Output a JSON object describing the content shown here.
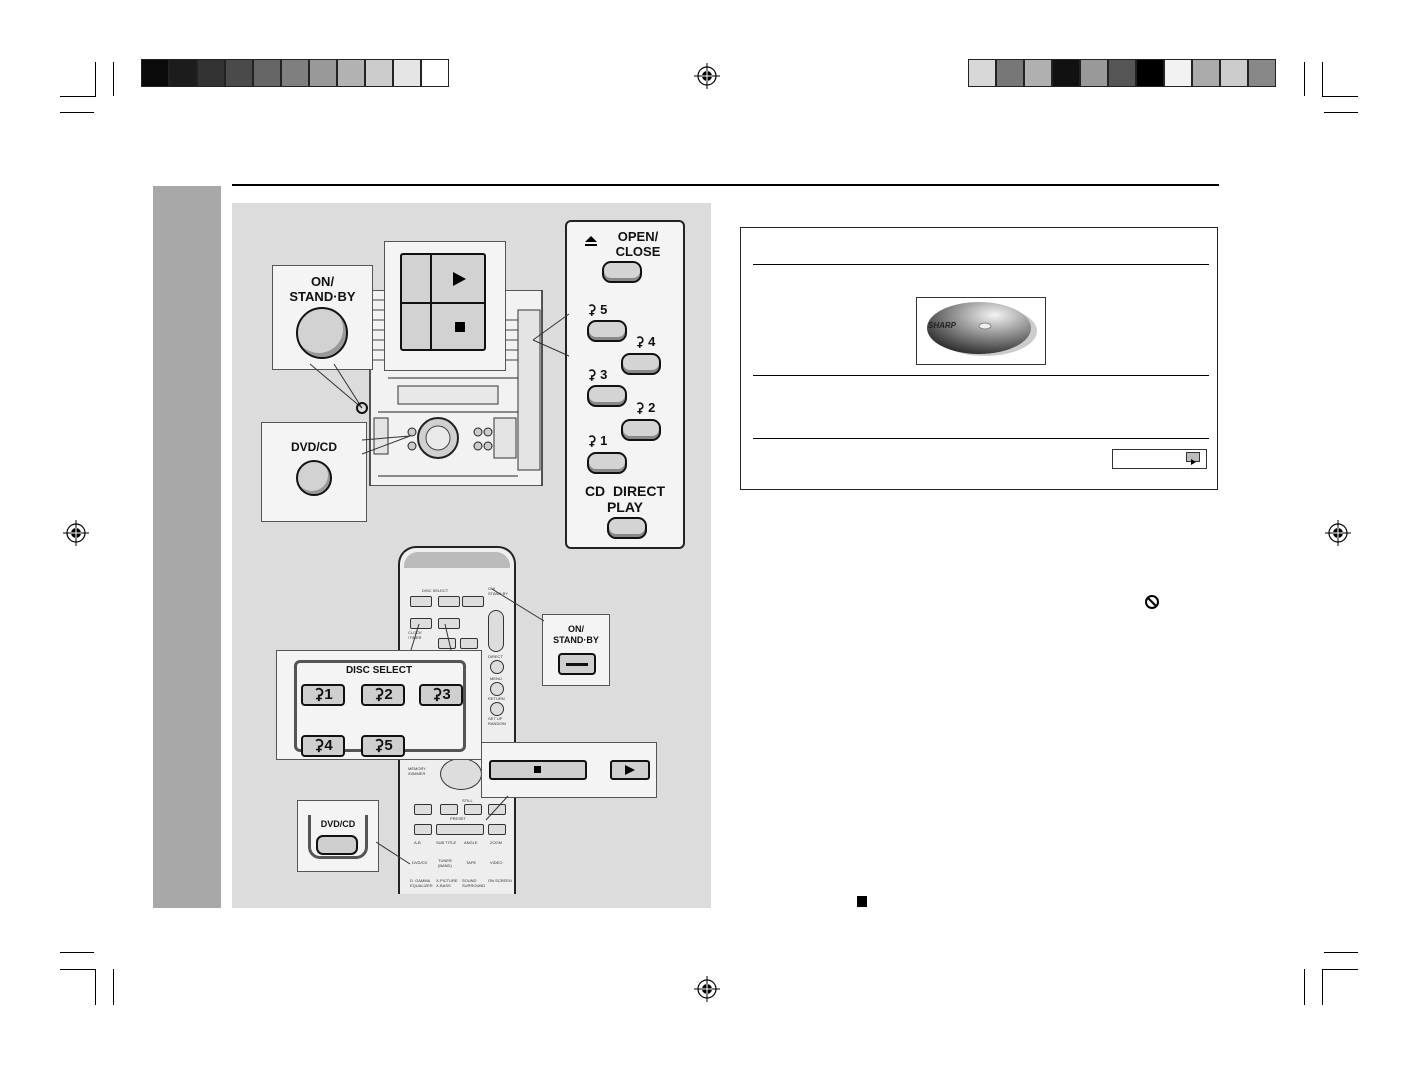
{
  "colors": {
    "sidebar": "#a8a8a8",
    "illustration_bg": "#dcdcdc",
    "button_fill": "#d4d4d4",
    "swatches_left": [
      "#0a0a0a",
      "#1c1c1c",
      "#333333",
      "#4a4a4a",
      "#666666",
      "#7f7f7f",
      "#999999",
      "#b2b2b2",
      "#cccccc",
      "#e5e5e5",
      "#ffffff"
    ],
    "swatches_right": [
      "#d8d8d8",
      "#777777",
      "#b0b0b0",
      "#111111",
      "#999999",
      "#555555",
      "#000000",
      "#f2f2f2",
      "#aaaaaa",
      "#cccccc",
      "#888888"
    ]
  },
  "icons": {
    "registration_mark": "registration-mark-icon",
    "eject": "eject-icon",
    "play": "play-icon",
    "stop": "stop-icon",
    "disc": "disc-icon",
    "prohibited": "prohibited-icon"
  },
  "unit": {
    "on_standby": "ON/\nSTAND·BY",
    "dvd_cd": "DVD/CD",
    "open_close": "OPEN/\nCLOSE",
    "disc_labels": [
      "5",
      "4",
      "3",
      "2",
      "1"
    ],
    "cd_direct": "CD  DIRECT",
    "cd_direct_play": "PLAY"
  },
  "remote": {
    "disc_select_title": "DISC SELECT",
    "disc_buttons": [
      "1",
      "2",
      "3",
      "4",
      "5"
    ],
    "on_standby": "ON/\nSTAND·BY",
    "dvd_cd": "DVD/CD",
    "small_labels": {
      "disc_select": "DISC SELECT",
      "on_standby": "ON/ STAND·BY",
      "clock_timer": "CLOCK /TIMER",
      "direct": "DIRECT",
      "menu": "MENU",
      "return": "RETURN",
      "set_up": "SET UP RANDOM",
      "memory": "MEMORY /DIMMER",
      "still": "STILL",
      "preset": "PRESET",
      "row1": [
        "A-B",
        "SUB TITLE",
        "ANGLE",
        "ZOOM"
      ],
      "row2": [
        "DVD/CD",
        "TUNER (BAND)",
        "TAPE",
        "VIDEO"
      ],
      "row3": [
        "D. GAMMA EQUALIZER",
        "X-PICTURE X-BASS",
        "SOUND SURROUND",
        "ON SCREEN"
      ]
    }
  },
  "disc_box": {
    "brand_text": "SHARP"
  }
}
